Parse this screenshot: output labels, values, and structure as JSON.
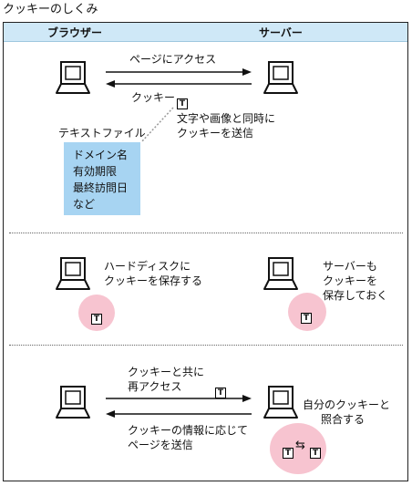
{
  "title": "クッキーのしくみ",
  "header": {
    "browser": "ブラウザー",
    "server": "サーバー"
  },
  "section1": {
    "request": "ページにアクセス",
    "cookie_label": "クッキー",
    "token": "T",
    "server_note_1": "文字や画像と同時に",
    "server_note_2": "クッキーを送信",
    "textfile_label": "テキストファイル",
    "textfile_items": [
      "ドメイン名",
      "有効期限",
      "最終訪問日",
      "など"
    ]
  },
  "section2": {
    "browser_note_1": "ハードディスクに",
    "browser_note_2": "クッキーを保存する",
    "server_note_1": "サーバーも",
    "server_note_2": "クッキーを",
    "server_note_3": "保存しておく",
    "token": "T"
  },
  "section3": {
    "request_1": "クッキーと共に",
    "request_2": "再アクセス",
    "token": "T",
    "server_note_1": "自分のクッキーと",
    "server_note_2": "照合する",
    "response_1": "クッキーの情報に応じて",
    "response_2": "ページを送信",
    "swap_symbol": "⇆"
  },
  "colors": {
    "header_bg": "#cfe8f7",
    "note_bg": "#a7d4f2",
    "highlight_circle": "#f7c4d0"
  }
}
